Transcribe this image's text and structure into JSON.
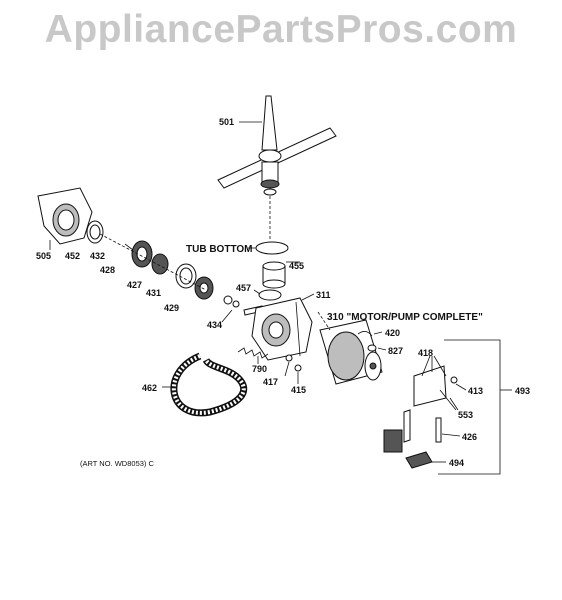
{
  "watermark": "AppliancePartsPros.com",
  "callouts": {
    "p501": "501",
    "p505": "505",
    "p452": "452",
    "p432": "432",
    "p428": "428",
    "p427": "427",
    "p431": "431",
    "p429": "429",
    "tub_bottom": "TUB BOTTOM",
    "p455": "455",
    "p457": "457",
    "p311": "311",
    "p310": "310 \"MOTOR/PUMP COMPLETE\"",
    "p434": "434",
    "p420": "420",
    "p827": "827",
    "p790": "790",
    "p417": "417",
    "p415": "415",
    "p462": "462",
    "p418": "418",
    "p413": "413",
    "p493": "493",
    "p553": "553",
    "p426": "426",
    "p494": "494"
  },
  "art_no": "(ART NO. WD8053) C"
}
